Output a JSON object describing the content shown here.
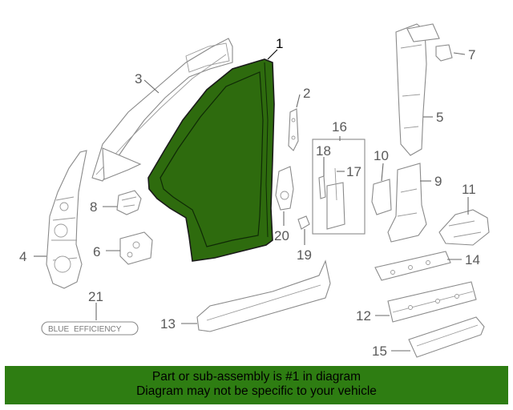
{
  "diagram": {
    "callouts": {
      "c1": "1",
      "c2": "2",
      "c3": "3",
      "c4": "4",
      "c5": "5",
      "c6": "6",
      "c7": "7",
      "c8": "8",
      "c9": "9",
      "c10": "10",
      "c11": "11",
      "c12": "12",
      "c13": "13",
      "c14": "14",
      "c15": "15",
      "c16": "16",
      "c17": "17",
      "c18": "18",
      "c19": "19",
      "c20": "20",
      "c21": "21"
    },
    "badge_text_left": "BLUE",
    "badge_text_right": "EFFICIENCY",
    "highlight_color": "#2e6b0e"
  },
  "banner": {
    "line1": "Part or sub-assembly is #1 in diagram",
    "line2": "Diagram may not be specific to your vehicle",
    "color": "#2e7d12"
  }
}
